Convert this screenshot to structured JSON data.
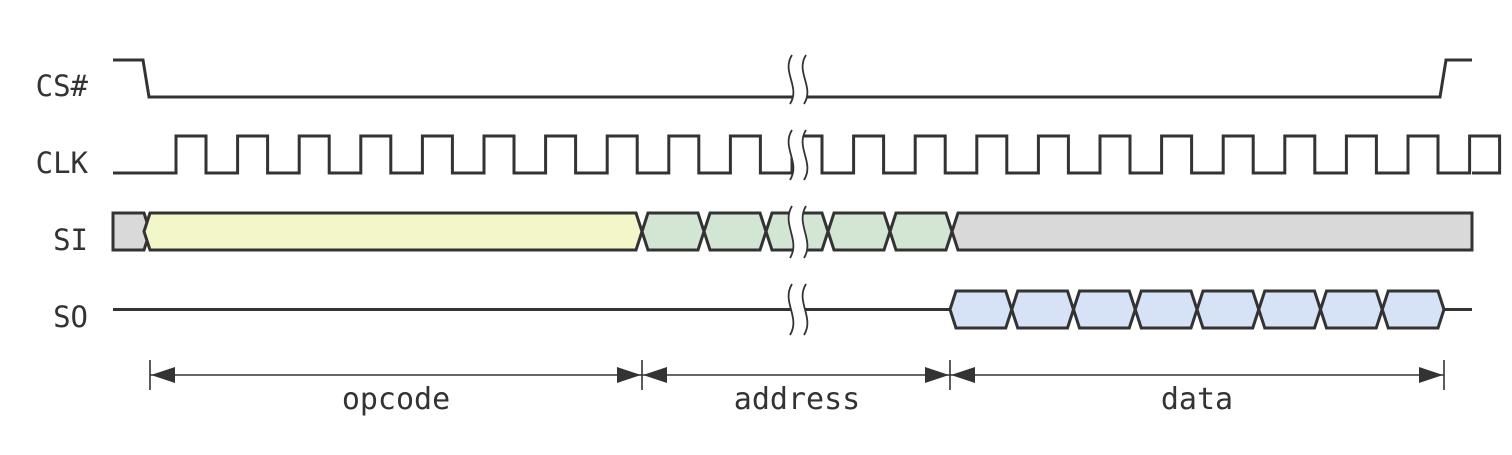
{
  "signals": {
    "cs": "CS#",
    "clk": "CLK",
    "si": "SI",
    "so": "SO"
  },
  "phases": {
    "opcode": "opcode",
    "address": "address",
    "data": "data"
  },
  "colors": {
    "stroke": "#333333",
    "idle_fill": "#d9d9d9",
    "opcode_fill": "#f3f6c8",
    "address_fill": "#d3e6d4",
    "data_fill": "#d6e3f6"
  }
}
